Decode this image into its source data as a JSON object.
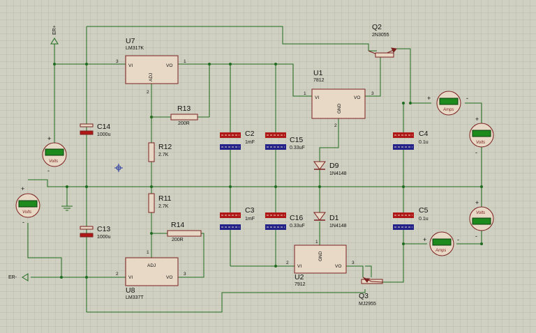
{
  "theme": {
    "background": "#cfd0c1",
    "grid": "#b9baa9",
    "wire": "#1f6b1f",
    "component": "#7a1f1f",
    "body_fill": "#e8d9c6",
    "cap_red": "#b01818",
    "cap_blue": "#22228a",
    "meter_screen": "#1c8a1c"
  },
  "terminals": {
    "er_plus": "ER+",
    "er_minus": "ER-"
  },
  "components": {
    "u7": {
      "ref": "U7",
      "value": "LM317K",
      "pin_in": "VI",
      "pin_out": "VO",
      "pin_adj": "ADJ",
      "pin_in_num": "3",
      "pin_out_num": "1",
      "pin_adj_num": "2"
    },
    "u8": {
      "ref": "U8",
      "value": "LM337T",
      "pin_in": "VI",
      "pin_out": "VO",
      "pin_adj": "ADJ",
      "pin_in_num": "2",
      "pin_out_num": "3",
      "pin_adj_num": "1"
    },
    "u1": {
      "ref": "U1",
      "value": "7812",
      "pin_in": "VI",
      "pin_out": "VO",
      "pin_gnd": "GND",
      "pin_in_num": "1",
      "pin_out_num": "3",
      "pin_gnd_num": "2"
    },
    "u2": {
      "ref": "U2",
      "value": "7912",
      "pin_in": "VI",
      "pin_out": "VO",
      "pin_gnd": "GND",
      "pin_in_num": "2",
      "pin_out_num": "3",
      "pin_gnd_num": "1"
    },
    "q2": {
      "ref": "Q2",
      "value": "2N3055"
    },
    "q3": {
      "ref": "Q3",
      "value": "MJ2955"
    },
    "r13": {
      "ref": "R13",
      "value": "200R"
    },
    "r14": {
      "ref": "R14",
      "value": "200R"
    },
    "r12": {
      "ref": "R12",
      "value": "2.7K"
    },
    "r11": {
      "ref": "R11",
      "value": "2.7K"
    },
    "c14": {
      "ref": "C14",
      "value": "1000u"
    },
    "c13": {
      "ref": "C13",
      "value": "1000u"
    },
    "c2": {
      "ref": "C2",
      "value": "1mF"
    },
    "c3": {
      "ref": "C3",
      "value": "1mF"
    },
    "c15": {
      "ref": "C15",
      "value": "0.33uF"
    },
    "c16": {
      "ref": "C16",
      "value": "0.33uF"
    },
    "c4": {
      "ref": "C4",
      "value": "0.1u"
    },
    "c5": {
      "ref": "C5",
      "value": "0.1u"
    },
    "d9": {
      "ref": "D9",
      "value": "1N4148"
    },
    "d1": {
      "ref": "D1",
      "value": "1N4148"
    }
  },
  "meters": {
    "volts_left_upper": {
      "unit": "Volts",
      "plus": "+",
      "minus": "-"
    },
    "volts_left_lower": {
      "unit": "Volts",
      "plus": "+",
      "minus": "-"
    },
    "volts_right_upper": {
      "unit": "Volts",
      "plus": "+",
      "minus": "-"
    },
    "volts_right_lower": {
      "unit": "Volts",
      "plus": "+",
      "minus": "-"
    },
    "amps_upper": {
      "unit": "Amps",
      "plus": "+",
      "minus": "-"
    },
    "amps_lower": {
      "unit": "Amps",
      "plus": "+",
      "minus": "-"
    }
  }
}
